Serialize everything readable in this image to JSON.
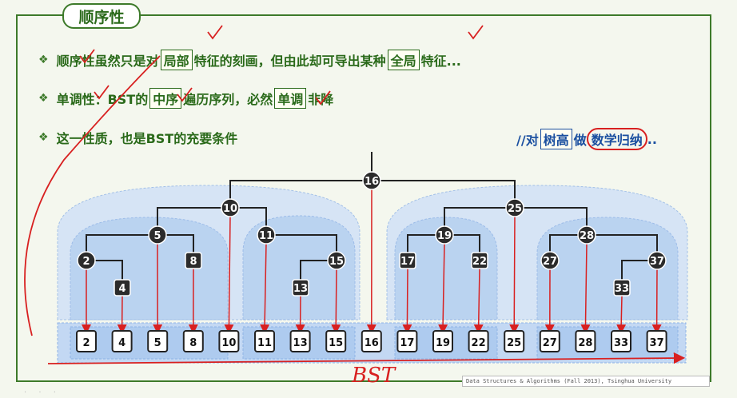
{
  "title": "顺序性",
  "bullets": [
    {
      "pre": "顺序性虽然只是对",
      "box1": "局部",
      "mid": "特征的刻画，但由此却可导出某种",
      "box2": "全局",
      "post": "特征..."
    },
    {
      "pre": "单调性：BST的",
      "box1": "中序",
      "mid": "遍历序列，必然",
      "box2": "单调",
      "post": "非降"
    },
    {
      "pre": "这一性质，也是BST的充要条件"
    }
  ],
  "note": {
    "pre": "//对",
    "box": "树高",
    "mid": "做",
    "circle": "数学归纳",
    "post": ".."
  },
  "tree_nodes": [
    {
      "key": "16"
    },
    {
      "key": "10"
    },
    {
      "key": "25"
    },
    {
      "key": "5"
    },
    {
      "key": "11"
    },
    {
      "key": "19"
    },
    {
      "key": "28"
    },
    {
      "key": "2"
    },
    {
      "key": "8"
    },
    {
      "key": "15"
    },
    {
      "key": "17"
    },
    {
      "key": "22"
    },
    {
      "key": "27"
    },
    {
      "key": "37"
    },
    {
      "key": "4"
    },
    {
      "key": "13"
    },
    {
      "key": "33"
    }
  ],
  "sequence": [
    "2",
    "4",
    "5",
    "8",
    "10",
    "11",
    "13",
    "15",
    "16",
    "17",
    "19",
    "22",
    "25",
    "27",
    "28",
    "33",
    "37"
  ],
  "handwritten_label": "BST",
  "footer": "Data Structures & Algorithms (Fall 2013), Tsinghua University",
  "colors": {
    "frame": "#3d7a2a",
    "text": "#2a6a1a",
    "note": "#1a4fa0",
    "annotation": "#d82020"
  }
}
